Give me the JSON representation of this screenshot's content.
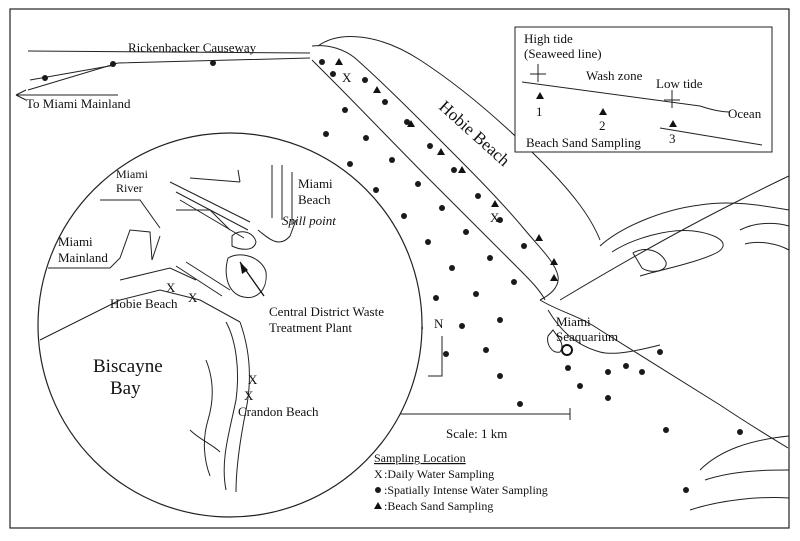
{
  "labels": {
    "causeway": "Rickenbacker Causeway",
    "to_mainland": "To Miami Mainland",
    "hobie_beach_main": "Hobie Beach",
    "miami_seaquarium": "Miami\nSeaquarium",
    "north": "N",
    "scale": "Scale: 1 km"
  },
  "inset_labels": {
    "miami_river": "Miami\nRiver",
    "miami_beach": "Miami\nBeach",
    "spill_point": "Spill point",
    "miami_mainland": "Miami\nMainland",
    "hobie_beach": "Hobie Beach",
    "treatment_plant": "Central District Waste\nTreatment Plant",
    "biscayne_bay": "Biscayne\nBay",
    "crandon_beach": "Crandon Beach",
    "x_mark": "X"
  },
  "tide_box": {
    "high_tide": "High tide",
    "seaweed_line": "(Seaweed line)",
    "wash_zone": "Wash zone",
    "low_tide": "Low tide",
    "ocean": "Ocean",
    "points": [
      "1",
      "2",
      "3"
    ],
    "caption": "Beach Sand Sampling"
  },
  "legend": {
    "title": "Sampling Location",
    "items": [
      {
        "symbol": "X",
        "label": ":Daily Water Sampling"
      },
      {
        "symbol": "dot",
        "label": ":Spatially Intense Water Sampling"
      },
      {
        "symbol": "triangle",
        "label": ":Beach Sand Sampling"
      }
    ]
  },
  "colors": {
    "ink": "#111111",
    "background": "#ffffff"
  }
}
